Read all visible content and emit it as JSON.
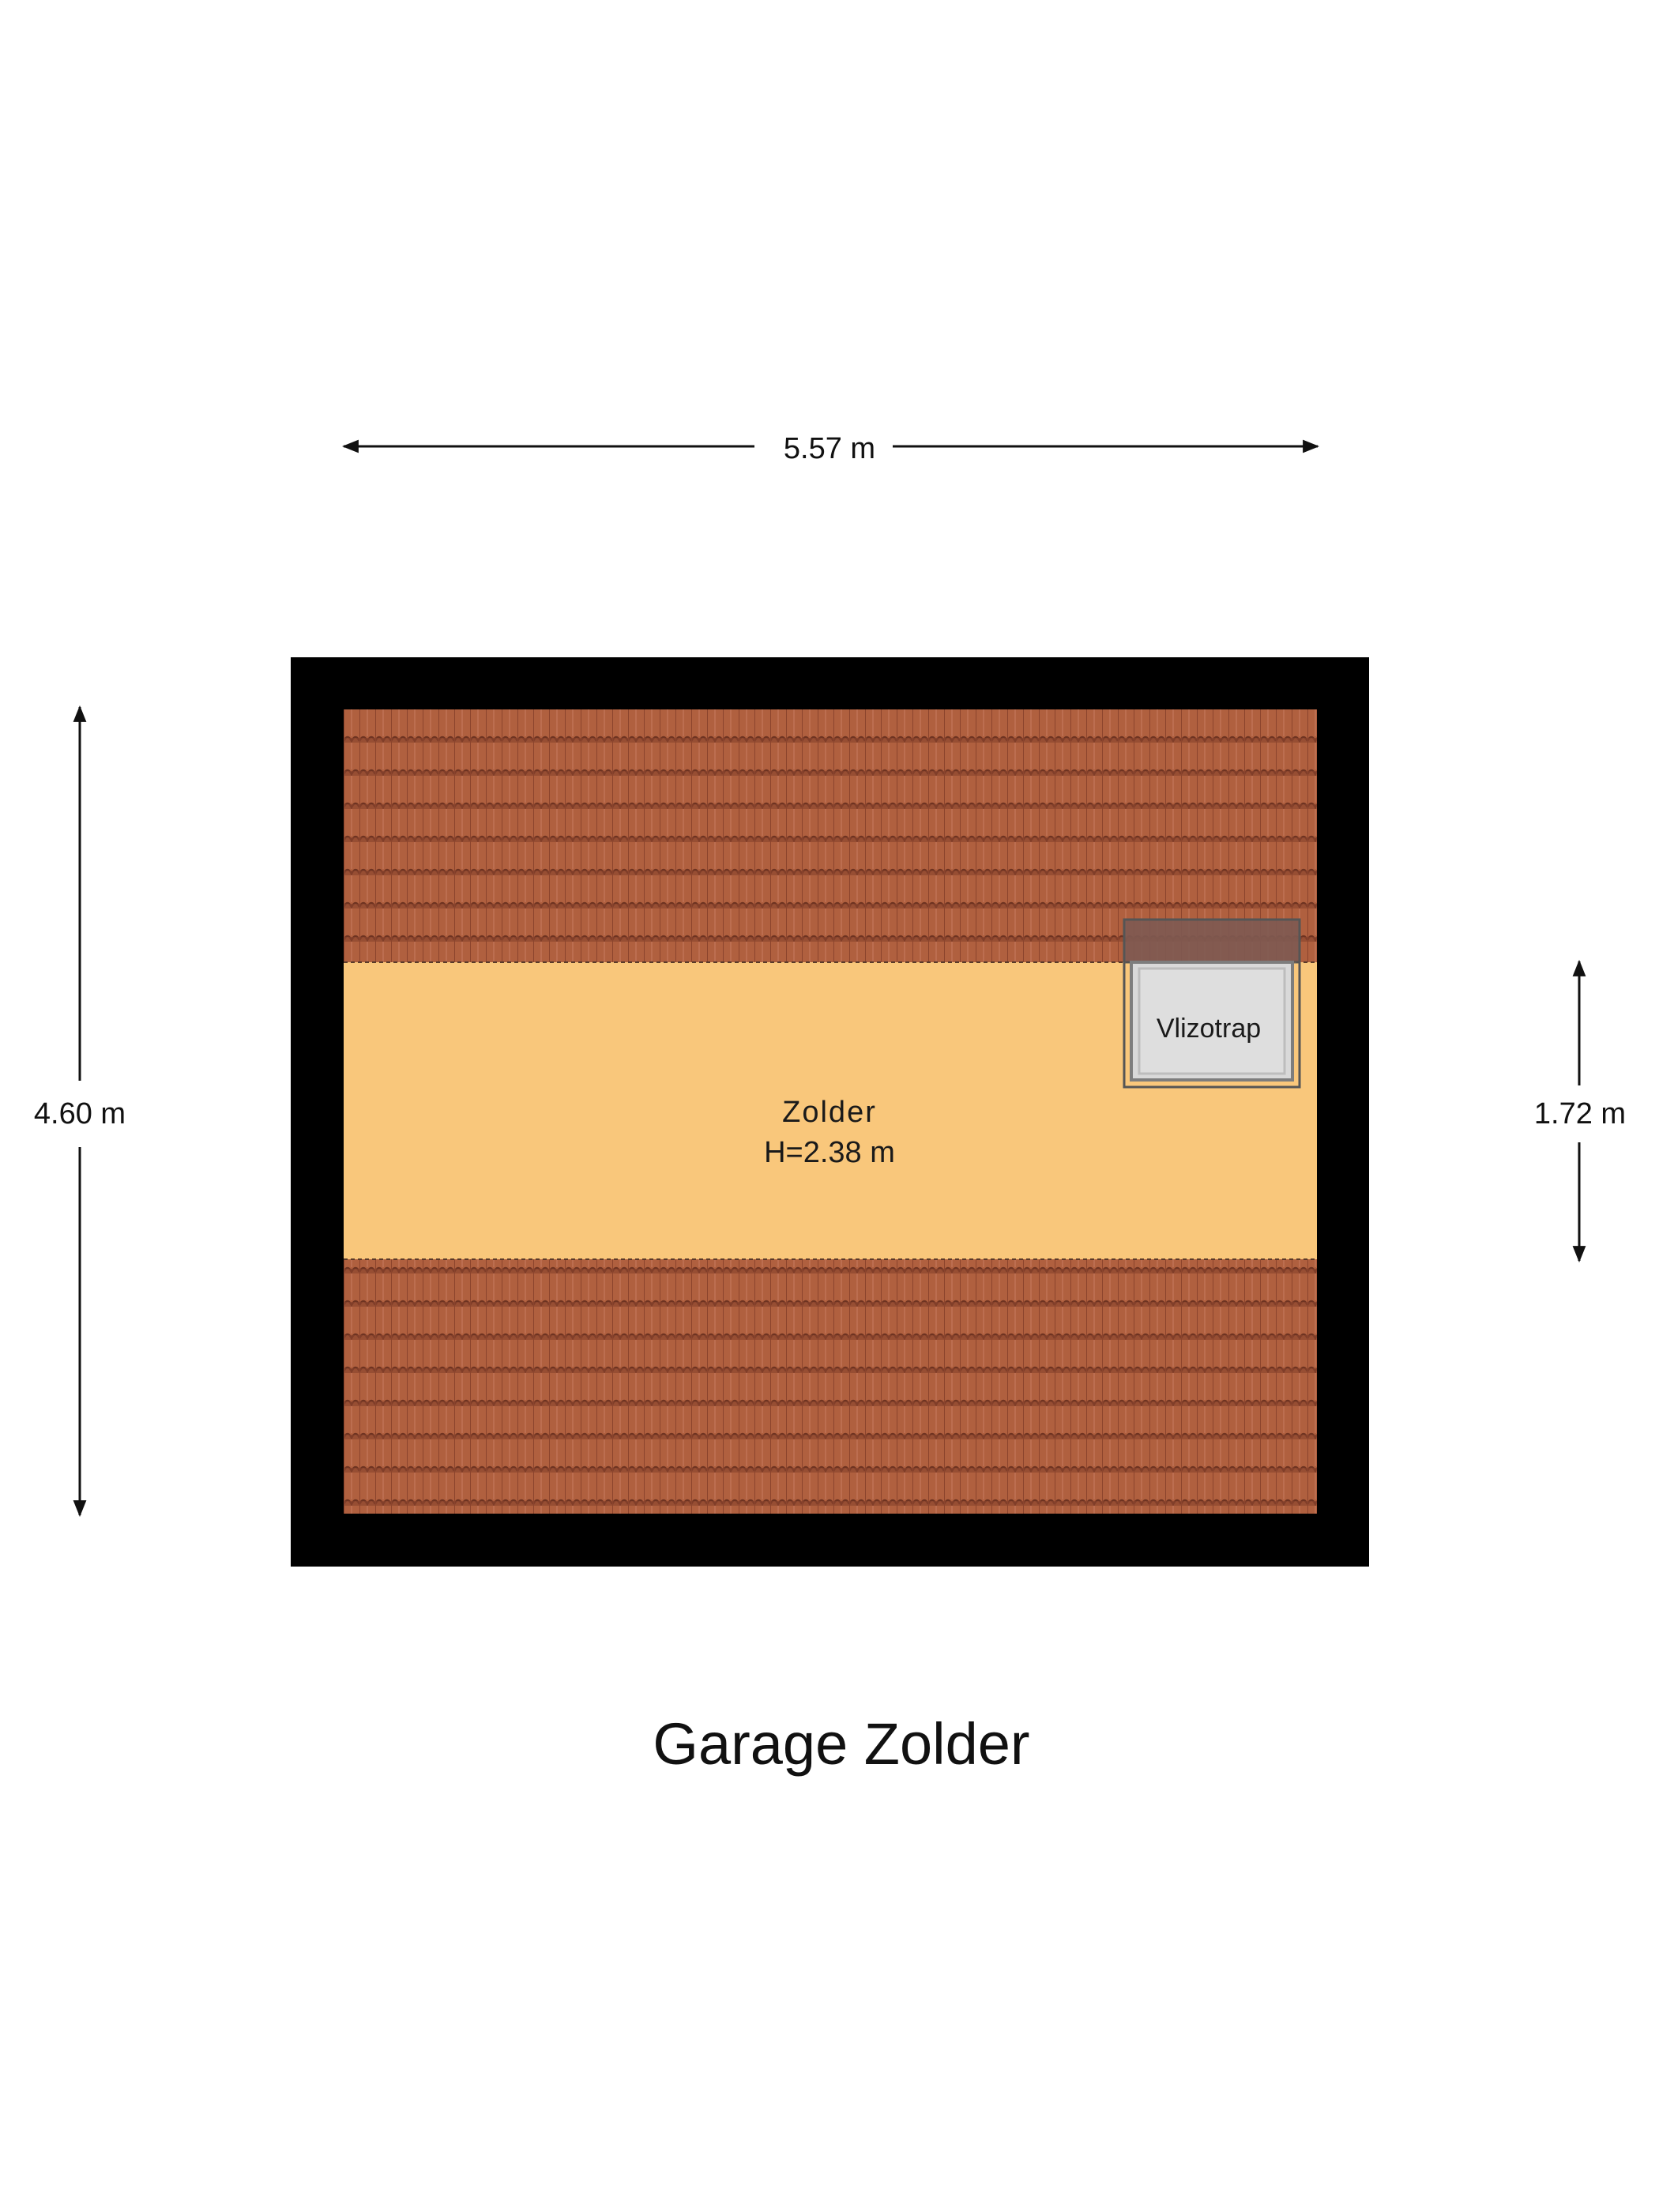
{
  "plan": {
    "title": "Garage Zolder",
    "dimensions": {
      "width": "5.57 m",
      "depth": "4.60 m",
      "free_height_zone": "1.72 m"
    },
    "rooms": [
      {
        "name": "Zolder",
        "height": "H=2.38 m"
      }
    ],
    "stair_label": "Vlizotrap"
  },
  "colors": {
    "wall": "#000000",
    "floor": "#f9c77b",
    "roof_tile": "#a9573d",
    "roof_tile_dark": "#7a3a26",
    "stair_fill": "#d9d9d9",
    "dimension_line": "#111111"
  },
  "icons": {
    "dimension_arrow": "arrowhead",
    "roof": "tile-pattern"
  }
}
